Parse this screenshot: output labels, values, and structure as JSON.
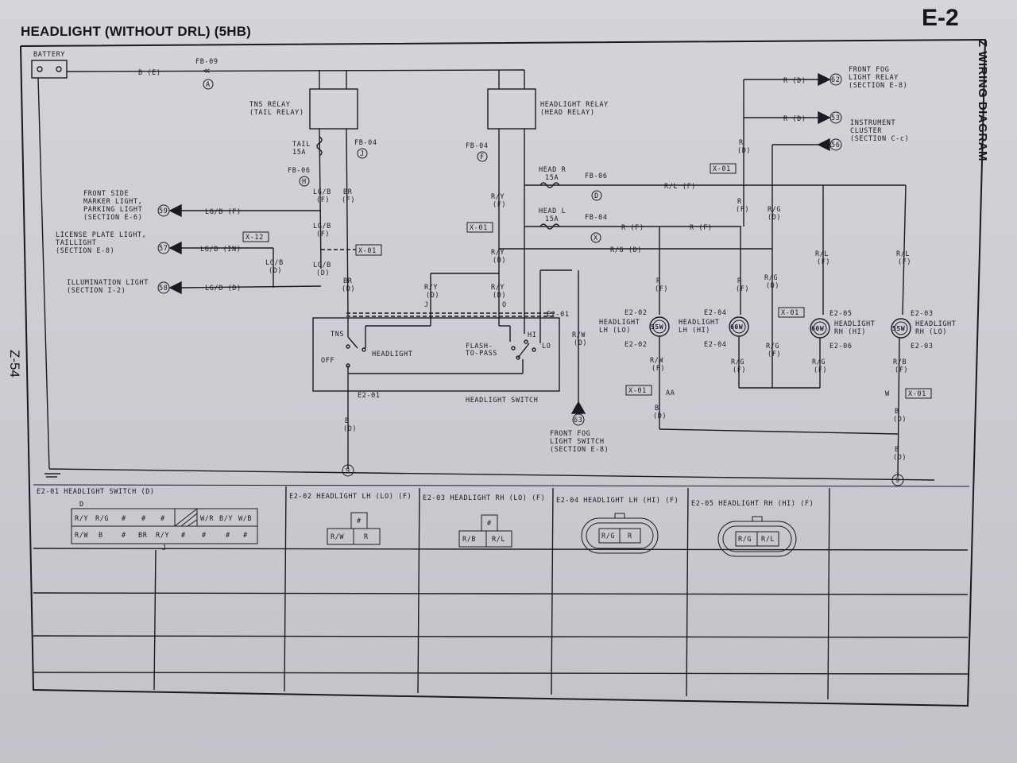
{
  "page": {
    "title": "HEADLIGHT (WITHOUT DRL) (5HB)",
    "section_code": "E-2",
    "side_label": "Z WIRING DIAGRAM",
    "page_number": "Z-54"
  },
  "battery": {
    "label": "BATTERY",
    "wire": "B (E)",
    "fuse": "FB-09",
    "conn": "A"
  },
  "tns_relay": {
    "l1": "TNS RELAY",
    "l2": "(TAIL RELAY)"
  },
  "head_relay": {
    "l1": "HEADLIGHT RELAY",
    "l2": "(HEAD RELAY)"
  },
  "tail_fuse": {
    "l1": "TAIL",
    "l2": "15A",
    "fb06": "FB-06",
    "c_h": "H",
    "fb04": "FB-04",
    "c_j": "J"
  },
  "head_fuse": {
    "fb04": "FB-04",
    "c_f": "F",
    "r_l1": "HEAD R",
    "r_l2": "15A",
    "r_fb": "FB-06",
    "c_d": "D",
    "l_l1": "HEAD L",
    "l_l2": "15A",
    "l_fb": "FB-04",
    "c_x": "X"
  },
  "loads": {
    "side_marker": {
      "lines": [
        "FRONT SIDE",
        "MARKER LIGHT,",
        "PARKING LIGHT",
        "(SECTION E-6)"
      ],
      "conn": "59",
      "wire": "LG/B (F)"
    },
    "license": {
      "lines": [
        "LICENSE PLATE LIGHT,",
        "TAILLIGHT",
        "(SECTION E-8)"
      ],
      "conn": "57",
      "wire": "LG/B (IN)",
      "x12": "X-12"
    },
    "illum": {
      "lines": [
        "ILLUMINATION LIGHT",
        "(SECTION I-2)"
      ],
      "conn": "58",
      "wire": "LG/B (D)"
    }
  },
  "right_top": {
    "fog_relay": {
      "lines": [
        "FRONT FOG",
        "LIGHT RELAY",
        "(SECTION E-8)"
      ],
      "conn": "62",
      "wire": "R (D)"
    },
    "cluster": {
      "lines": [
        "INSTRUMENT",
        "CLUSTER",
        "(SECTION C-c)"
      ],
      "conn_a": "53",
      "conn_b": "56",
      "wire": "R (D)"
    }
  },
  "wires": {
    "lgb_f": "LG/B",
    "lgb_f2": "(F)",
    "br_f": "BR",
    "br_f2": "(F)",
    "lgb_d1": "LG/B",
    "lgb_d1b": "(D)",
    "lgb_d2": "LG/B",
    "lgb_d2b": "(D)",
    "br_d": "BR",
    "br_d2": "(D)",
    "lgb_f3": "LG/B",
    "lgb_f3b": "(F)",
    "ry_f": "R/Y",
    "ry_f2": "(F)",
    "ry_d": "R/Y",
    "ry_d2": "(D)",
    "ry_d3": "R/Y",
    "ry_d3b": "(D)",
    "ry_d4": "R/Y",
    "ry_d4b": "(D)",
    "rl_f": "R/L (F)",
    "r_f": "R (F)",
    "r_f2": "R (F)",
    "rg_d": "R/G (D)",
    "r_d": "R",
    "r_d2": "(D)",
    "rw_d": "R/W",
    "rw_d2": "(D)",
    "b_d": "B",
    "b_d2": "(D)"
  },
  "connectors": {
    "x01": "X-01",
    "e201": "E2-01",
    "e202": "E2-02",
    "e203": "E2-03",
    "e204": "E2-04",
    "e205": "E2-05",
    "e206": "E2-06",
    "aa": "AA",
    "w": "W",
    "j": "J",
    "o": "O",
    "ground": "9"
  },
  "switch": {
    "tns": "TNS",
    "headlight": "HEADLIGHT",
    "off": "OFF",
    "flash1": "FLASH-",
    "flash2": "TO-PASS",
    "hi": "HI",
    "lo": "LO",
    "name": "HEADLIGHT SWITCH"
  },
  "fog_switch": {
    "lines": [
      "FRONT FOG",
      "LIGHT SWITCH",
      "(SECTION E-8)"
    ],
    "conn": "63"
  },
  "lamps": [
    {
      "l1": "HEADLIGHT",
      "l2": "LH (LO)",
      "watt": "55W",
      "top": "E2-02",
      "bottom": "E2-02",
      "in_wire": "R",
      "in2": "(F)",
      "out_wire": "R/W",
      "out2": "(F)"
    },
    {
      "l1": "HEADLIGHT",
      "l2": "LH (HI)",
      "watt": "60W",
      "top": "E2-04",
      "bottom": "E2-04",
      "in_wire": "R",
      "in2": "(F)",
      "out_wire": "R/G",
      "out2": "(F)"
    },
    {
      "l1": "HEADLIGHT",
      "l2": "RH (HI)",
      "watt": "60W",
      "top": "E2-05",
      "bottom": "E2-06",
      "in_wire": "R/L",
      "in2": "(F)",
      "out_wire": "R/G",
      "out2": "(F)"
    },
    {
      "l1": "HEADLIGHT",
      "l2": "RH (LO)",
      "watt": "55W",
      "top": "E2-03",
      "bottom": "E2-03",
      "in_wire": "R/L",
      "in2": "(F)",
      "out_wire": "R/B",
      "out2": "(F)"
    }
  ],
  "extra_wires": {
    "r_f_a": "R",
    "r_f_a2": "(F)",
    "rg_f_a": "R/G",
    "rg_f_a2": "(D)",
    "rg_d_b": "R/G",
    "rg_d_b2": "(D)",
    "rg_f_c": "R/G",
    "rg_f_c2": "(F)",
    "b_d_c": "B",
    "b_d_c2": "(D)",
    "b_d_d": "B",
    "b_d_d2": "(D)",
    "b_d_e": "B",
    "b_d_e2": "(D)"
  },
  "connector_table": {
    "e201": {
      "title": "E2-01 HEADLIGHT SWITCH (D)",
      "row1": [
        "R/Y",
        "R/G",
        "#",
        "#",
        "#",
        "",
        "W/R",
        "B/Y",
        "W/B"
      ],
      "row2": [
        "R/W",
        "B",
        "#",
        "BR",
        "R/Y",
        "#",
        "#",
        "#",
        "#"
      ],
      "d": "D",
      "j": "J"
    },
    "e202": {
      "title": "E2-02 HEADLIGHT LH (LO) (F)",
      "top": "#",
      "left": "R/W",
      "right": "R"
    },
    "e203": {
      "title": "E2-03 HEADLIGHT RH (LO) (F)",
      "top": "#",
      "left": "R/B",
      "right": "R/L"
    },
    "e204": {
      "title": "E2-04 HEADLIGHT LH (HI) (F)",
      "left": "R/G",
      "right": "R"
    },
    "e205": {
      "title": "E2-05 HEADLIGHT RH (HI) (F)",
      "left": "R/G",
      "right": "R/L"
    }
  }
}
